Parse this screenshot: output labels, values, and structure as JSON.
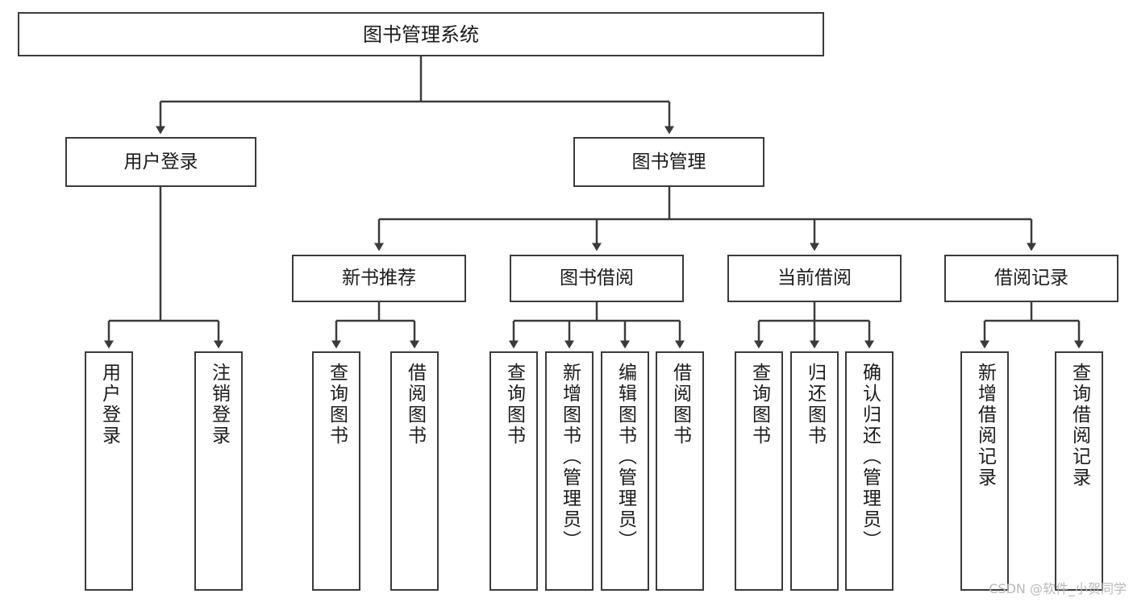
{
  "diagram": {
    "type": "tree",
    "title": "图书管理系统",
    "root": {
      "id": "root",
      "label": "图书管理系统"
    },
    "level1": [
      {
        "id": "user-login",
        "label": "用户登录"
      },
      {
        "id": "book-manage",
        "label": "图书管理"
      }
    ],
    "level2": [
      {
        "id": "new-book-rec",
        "label": "新书推荐",
        "parent": "book-manage"
      },
      {
        "id": "book-borrow",
        "label": "图书借阅",
        "parent": "book-manage"
      },
      {
        "id": "current-borrow",
        "label": "当前借阅",
        "parent": "book-manage"
      },
      {
        "id": "borrow-record",
        "label": "借阅记录",
        "parent": "book-manage"
      }
    ],
    "leaves": [
      {
        "id": "leaf-user-login",
        "label": "用户登录",
        "parent": "user-login"
      },
      {
        "id": "leaf-logout",
        "label": "注销登录",
        "parent": "user-login"
      },
      {
        "id": "leaf-query-book-1",
        "label": "查询图书",
        "parent": "new-book-rec"
      },
      {
        "id": "leaf-borrow-book-1",
        "label": "借阅图书",
        "parent": "new-book-rec"
      },
      {
        "id": "leaf-query-book-2",
        "label": "查询图书",
        "parent": "book-borrow"
      },
      {
        "id": "leaf-add-book",
        "label": "新增图书（管理员）",
        "parent": "book-borrow"
      },
      {
        "id": "leaf-edit-book",
        "label": "编辑图书（管理员）",
        "parent": "book-borrow"
      },
      {
        "id": "leaf-borrow-book-2",
        "label": "借阅图书",
        "parent": "book-borrow"
      },
      {
        "id": "leaf-query-book-3",
        "label": "查询图书",
        "parent": "current-borrow"
      },
      {
        "id": "leaf-return-book",
        "label": "归还图书",
        "parent": "current-borrow"
      },
      {
        "id": "leaf-confirm-return",
        "label": "确认归还（管理员）",
        "parent": "current-borrow"
      },
      {
        "id": "leaf-add-record",
        "label": "新增借阅记录",
        "parent": "borrow-record"
      },
      {
        "id": "leaf-query-record",
        "label": "查询借阅记录",
        "parent": "borrow-record"
      }
    ],
    "colors": {
      "box_border": "#3b3b3b",
      "box_fill": "#ffffff",
      "connector": "#3b3b3b",
      "text": "#1b1b1b",
      "watermark": "#b9b9b9"
    }
  },
  "watermark": {
    "text": "CSDN @软件_小贺同学"
  }
}
